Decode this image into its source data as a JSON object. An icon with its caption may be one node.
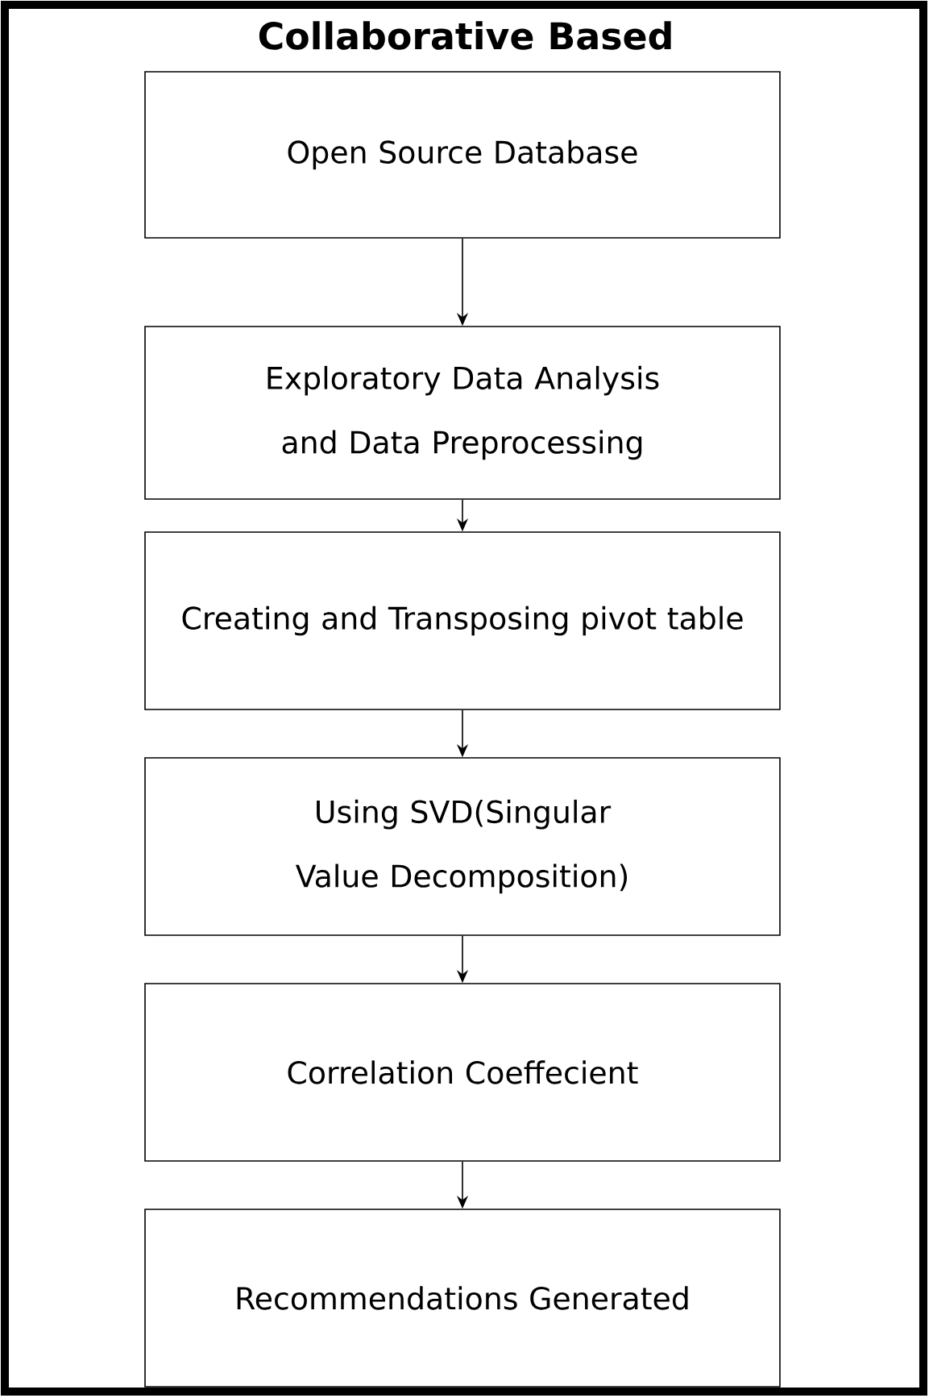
{
  "diagram": {
    "title": "Collaborative Based",
    "nodes": [
      {
        "text": [
          "Open Source Database"
        ]
      },
      {
        "text": [
          "Exploratory Data Analysis and Data Preprocessing"
        ]
      },
      {
        "text": [
          "Creating and Transposing pivot table"
        ]
      },
      {
        "text": [
          "Using SVD(Singular Value Decomposition)"
        ]
      },
      {
        "text": [
          "Correlation Coeffecient"
        ]
      },
      {
        "text": [
          "Recommendations Generated"
        ]
      }
    ],
    "edges": [
      {
        "from": 0,
        "to": 1,
        "arrow": "to"
      },
      {
        "from": 1,
        "to": 2,
        "arrow": "to"
      },
      {
        "from": 2,
        "to": 3,
        "arrow": "to"
      },
      {
        "from": 3,
        "to": 4,
        "arrow": "to"
      },
      {
        "from": 4,
        "to": 5,
        "arrow": "to"
      }
    ]
  }
}
